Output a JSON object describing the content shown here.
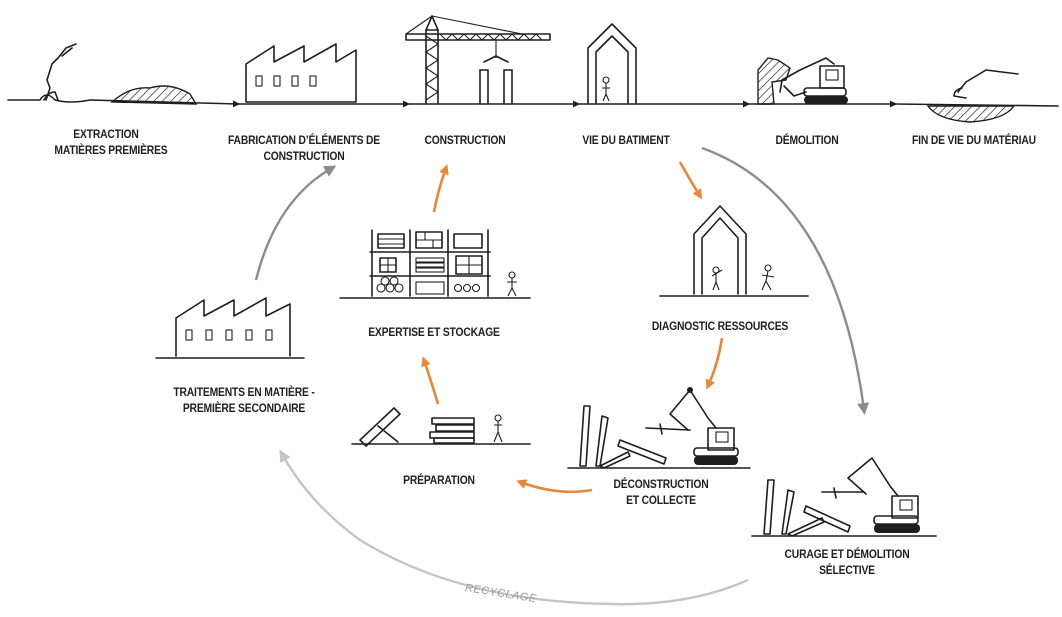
{
  "title": "",
  "stages_top": {
    "extraction": [
      "EXTRACTION",
      "MATIÈRES PREMIÈRES"
    ],
    "fabrication": [
      "FABRICATION D’ÉLÉMENTS DE",
      "CONSTRUCTION"
    ],
    "construction": [
      "CONSTRUCTION"
    ],
    "vie": [
      "VIE DU BATIMENT"
    ],
    "demolition": [
      "DÉMOLITION"
    ],
    "fin_de_vie": [
      "FIN DE VIE DU MATÉRIAU"
    ]
  },
  "stages_cycle": {
    "diagnostic": [
      "DIAGNOSTIC RESSOURCES"
    ],
    "deconstruction": [
      "DÉCONSTRUCTION",
      "ET COLLECTE"
    ],
    "preparation": [
      "PRÉPARATION"
    ],
    "expertise": [
      "EXPERTISE ET STOCKAGE"
    ],
    "traitements": [
      "TRAITEMENTS EN MATIÈRE -",
      "PREMIÈRE SECONDAIRE"
    ],
    "curage": [
      "CURAGE ET DÉMOLITION",
      "SÉLECTIVE"
    ]
  },
  "recycling_label": "RECYCLAGE",
  "colors": {
    "ink": "#1e1e1e",
    "reuse_arrow": "#e8863a",
    "recycle_arrow": "#8c8c8c",
    "light_arrow": "#c4c4c4"
  }
}
